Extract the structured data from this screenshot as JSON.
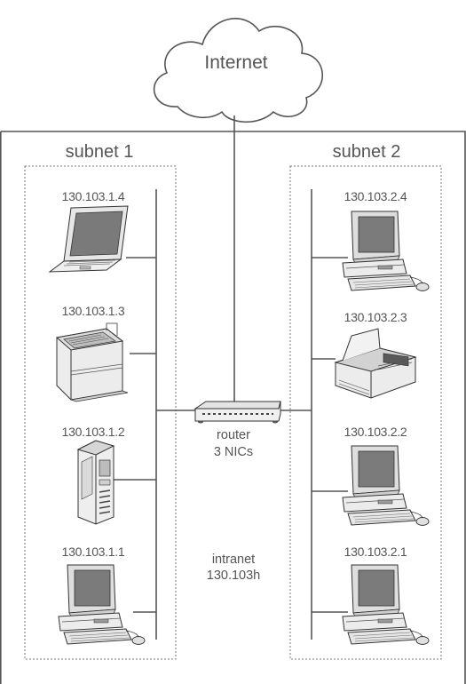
{
  "cloud": {
    "label": "Internet"
  },
  "subnet1": {
    "title": "subnet 1",
    "devices": [
      {
        "ip": "130.103.1.4",
        "type": "laptop"
      },
      {
        "ip": "130.103.1.3",
        "type": "printer"
      },
      {
        "ip": "130.103.1.2",
        "type": "server"
      },
      {
        "ip": "130.103.1.1",
        "type": "desktop"
      }
    ]
  },
  "subnet2": {
    "title": "subnet 2",
    "devices": [
      {
        "ip": "130.103.2.4",
        "type": "desktop"
      },
      {
        "ip": "130.103.2.3",
        "type": "fax"
      },
      {
        "ip": "130.103.2.2",
        "type": "desktop"
      },
      {
        "ip": "130.103.2.1",
        "type": "desktop"
      }
    ]
  },
  "router": {
    "line1": "router",
    "line2": "3 NICs"
  },
  "intranet": {
    "line1": "intranet",
    "line2": "130.103h"
  }
}
